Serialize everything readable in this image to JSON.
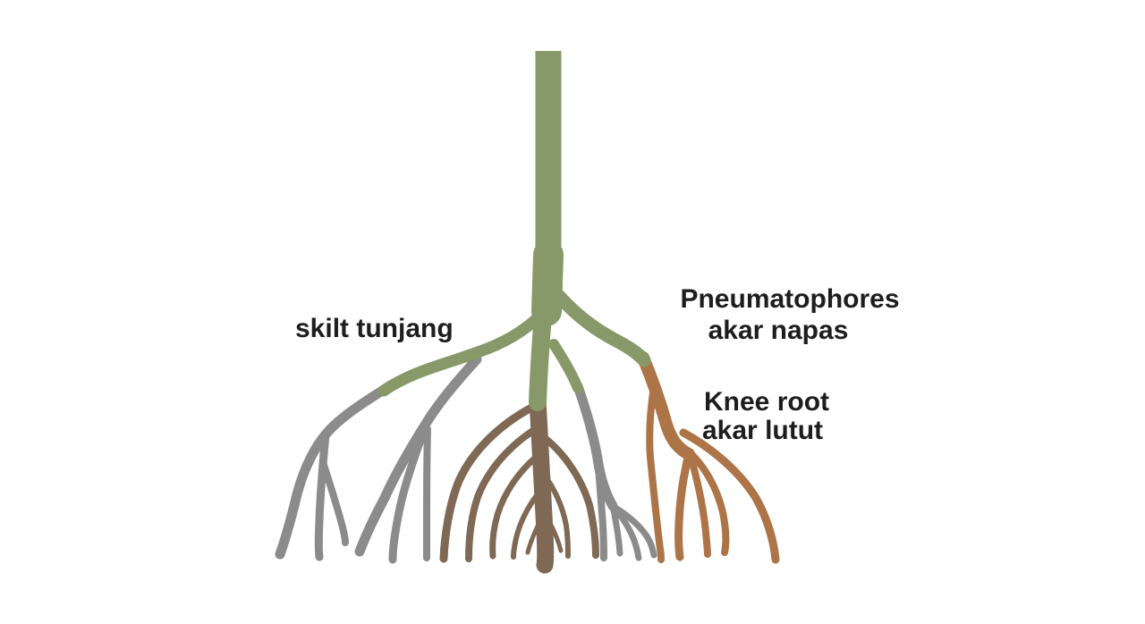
{
  "labels": {
    "stilt_roots": "skilt tunjang",
    "pneumatophores_line1": "Pneumatophores",
    "pneumatophores_line2": "akar napas",
    "knee_root_line1": "Knee root",
    "knee_root_line2": "akar lutut"
  },
  "colors": {
    "background": "#ffffff",
    "trunk_green": "#879968",
    "stilt_gray": "#8b8b8b",
    "center_brown": "#7f6955",
    "knee_orange": "#ad7447",
    "label_text": "#1d1d1d"
  }
}
